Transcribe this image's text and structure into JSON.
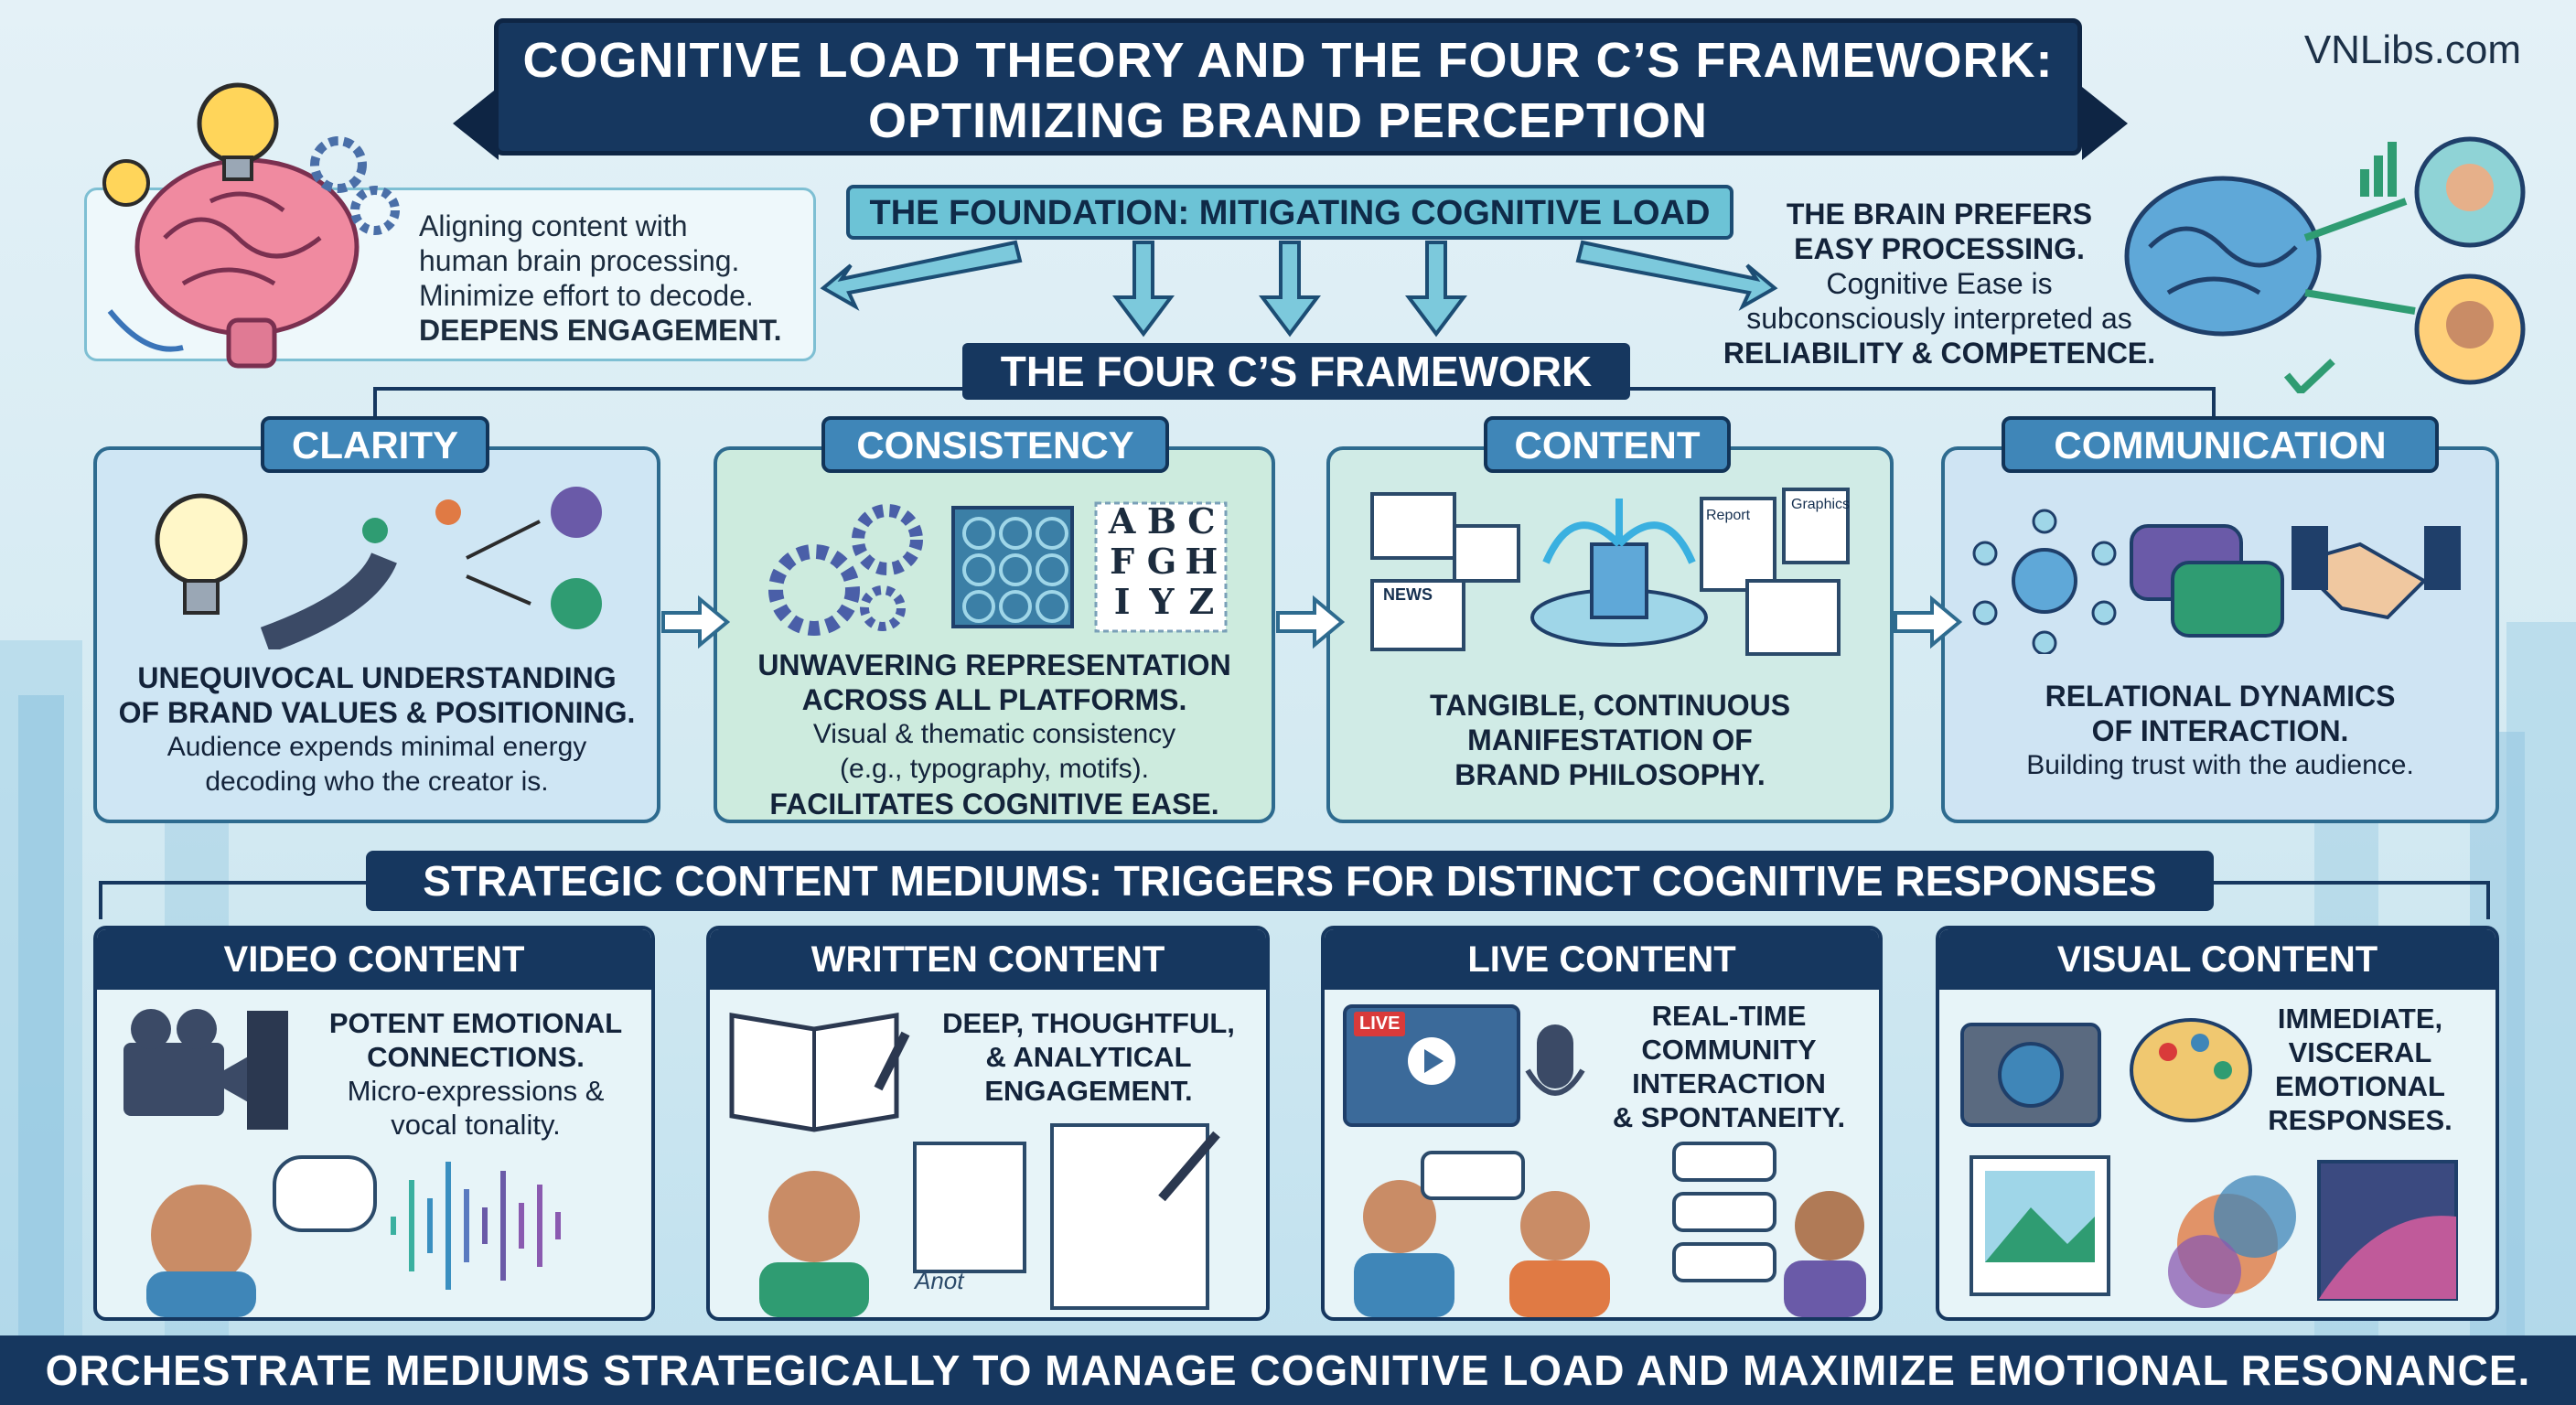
{
  "title": {
    "line1": "COGNITIVE LOAD THEORY AND THE FOUR C’S FRAMEWORK:",
    "line2": "OPTIMIZING BRAND PERCEPTION"
  },
  "watermark": "VNLibs.com",
  "left_callout": {
    "line1": "Aligning content with",
    "line2": "human brain processing.",
    "line3": "Minimize effort to decode.",
    "line4": "DEEPENS ENGAGEMENT."
  },
  "foundation_label": "THE FOUNDATION: MITIGATING COGNITIVE LOAD",
  "right_callout": {
    "line1": "THE BRAIN PREFERS",
    "line2": "EASY PROCESSING.",
    "line3": "Cognitive Ease is",
    "line4": "subconsciously interpreted as",
    "line5": "RELIABILITY & COMPETENCE."
  },
  "framework_label": "THE FOUR C’S FRAMEWORK",
  "cards": [
    {
      "label": "CLARITY",
      "title1": "UNEQUIVOCAL UNDERSTANDING",
      "title2": "OF BRAND VALUES & POSITIONING.",
      "sub1": "Audience expends minimal energy",
      "sub2": "decoding who the creator is."
    },
    {
      "label": "CONSISTENCY",
      "title1": "UNWAVERING REPRESENTATION",
      "title2": "ACROSS ALL PLATFORMS.",
      "sub1": "Visual & thematic consistency",
      "sub2": "(e.g., typography, motifs).",
      "sub3": "FACILITATES COGNITIVE EASE."
    },
    {
      "label": "CONTENT",
      "title1": "TANGIBLE, CONTINUOUS",
      "title2": "MANIFESTATION OF",
      "title3": "BRAND PHILOSOPHY."
    },
    {
      "label": "COMMUNICATION",
      "title1": "RELATIONAL DYNAMICS",
      "title2": "OF INTERACTION.",
      "sub1": "Building trust with the audience."
    }
  ],
  "card_icon_text": {
    "letters": [
      "A",
      "B",
      "C",
      "F",
      "G",
      "H",
      "I",
      "Y",
      "Z"
    ],
    "report": "Report",
    "graphics": "Graphics",
    "news": "NEWS"
  },
  "strategic_label": "STRATEGIC CONTENT MEDIUMS: TRIGGERS FOR DISTINCT COGNITIVE RESPONSES",
  "mediums": [
    {
      "label": "VIDEO CONTENT",
      "t1": "POTENT EMOTIONAL",
      "t2": "CONNECTIONS.",
      "s1": "Micro-expressions &",
      "s2": "vocal tonality."
    },
    {
      "label": "WRITTEN CONTENT",
      "t1": "DEEP, THOUGHTFUL,",
      "t2": "& ANALYTICAL",
      "t3": "ENGAGEMENT.",
      "annot": "Anot"
    },
    {
      "label": "LIVE CONTENT",
      "t1": "REAL-TIME",
      "t2": "COMMUNITY",
      "t3": "INTERACTION",
      "t4": "& SPONTANEITY.",
      "live": "LIVE"
    },
    {
      "label": "VISUAL CONTENT",
      "t1": "IMMEDIATE,",
      "t2": "VISCERAL",
      "t3": "EMOTIONAL",
      "t4": "RESPONSES."
    }
  ],
  "footer": "ORCHESTRATE MEDIUMS STRATEGICALLY TO MANAGE COGNITIVE LOAD AND MAXIMIZE EMOTIONAL RESONANCE.",
  "colors": {
    "navy": "#16375f",
    "clarity_bg": "#cfe6f4",
    "consistency_bg": "#cdebde",
    "content_bg": "#d0ebe6",
    "communication_bg": "#cfe4f3",
    "teal": "#6cc3d6"
  }
}
